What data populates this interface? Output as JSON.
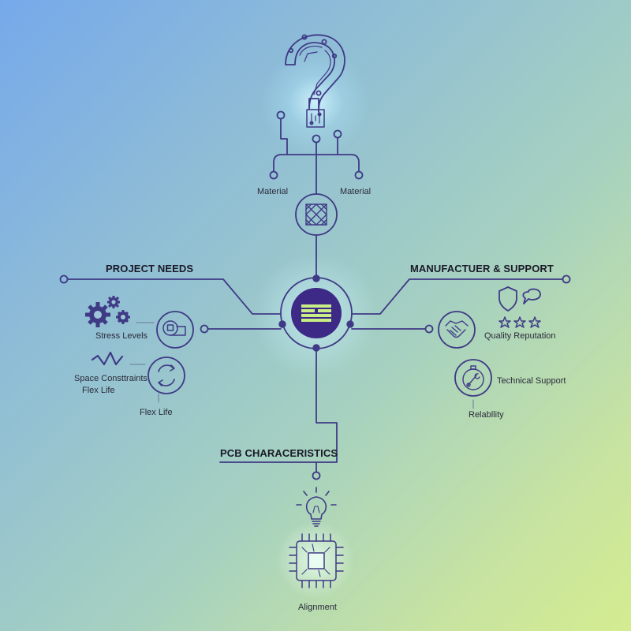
{
  "colors": {
    "line": "#3f3a86",
    "hub_fill": "#3c2a86",
    "hub_bars": "#c8ee86",
    "bg_top_left": "#76a9ea",
    "bg_bottom_right": "#d4ec90"
  },
  "top": {
    "icon": "circuit-question-mark-icon",
    "chip_icon": "sliders-chip-icon",
    "material_left": "Material",
    "material_right": "Material",
    "material_icon": "mesh-grid-icon"
  },
  "center": {
    "icon": "hub-bars-icon"
  },
  "left": {
    "header": "PROJECT NEEDS",
    "items": [
      {
        "label": "Stress Levels",
        "icon": "gears-icon",
        "node_icon": "tape-measure-icon"
      },
      {
        "label": "Space Consttraints",
        "label2": "Flex Life",
        "icon": "zigzag-wave-icon",
        "node_icon": "refresh-cycle-icon"
      },
      {
        "label": "Flex Life"
      }
    ]
  },
  "right": {
    "header": "MANUFACTUER & SUPPORT",
    "items": [
      {
        "label": "Quality Reputation",
        "icons": [
          "shield-icon",
          "speech-bubble-icon",
          "stars-icon"
        ],
        "node_icon": "handshake-icon"
      },
      {
        "label": "Technical Support",
        "node_icon": "stopwatch-wrench-icon"
      },
      {
        "label": "Relabllity"
      }
    ]
  },
  "bottom": {
    "header": "PCB CHARACERISTICS",
    "bulb_icon": "lightbulb-icon",
    "chip_icon": "microchip-icon",
    "label": "Alignment"
  }
}
